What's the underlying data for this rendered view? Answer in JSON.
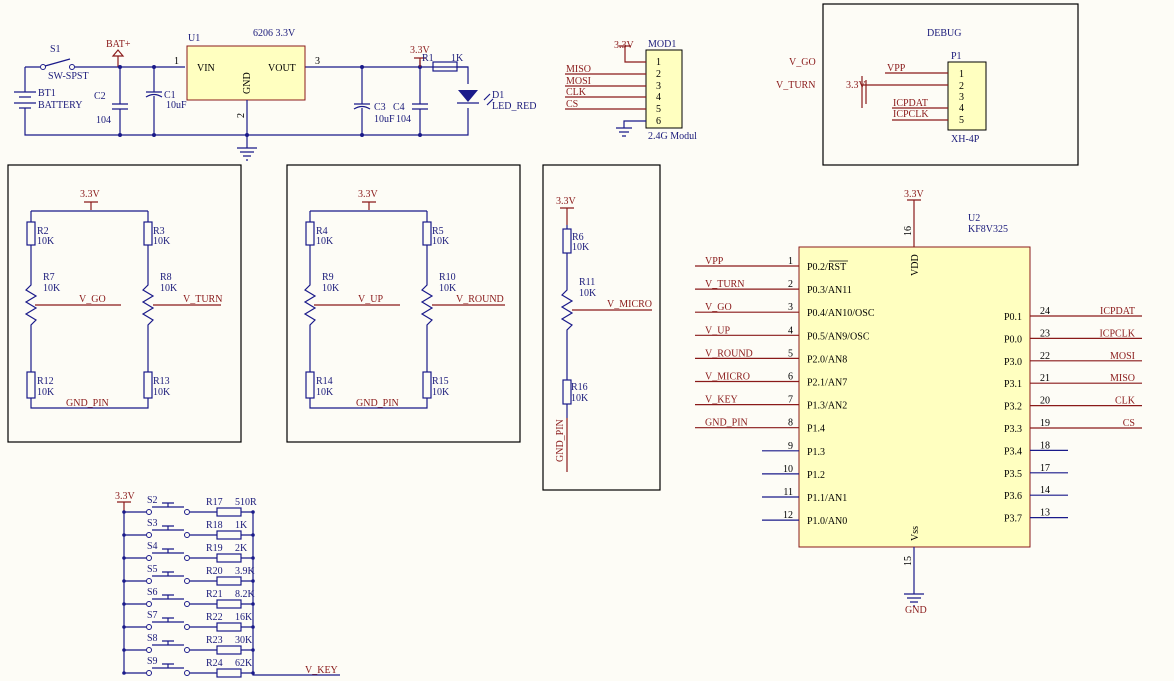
{
  "power": {
    "switch_ref": "S1",
    "switch_val": "SW-SPST",
    "battery_ref": "BT1",
    "battery_val": "BATTERY",
    "bat_net": "BAT+",
    "c2_ref": "C2",
    "c2_val": "104",
    "c1_ref": "C1",
    "c1_val": "10uF",
    "reg_ref": "U1",
    "reg_val": "6206 3.3V",
    "reg_vin": "VIN",
    "reg_vout": "VOUT",
    "reg_gnd": "GND",
    "reg_pin1": "1",
    "reg_pin2": "2",
    "reg_pin3": "3",
    "c3_ref": "C3",
    "c3_val": "10uF",
    "c4_ref": "C4",
    "c4_val": "104",
    "r1_ref": "R1",
    "r1_val": "1K",
    "d1_ref": "D1",
    "d1_val": "LED_RED",
    "v33": "3.3V"
  },
  "module": {
    "ref": "MOD1",
    "name": "2.4G Modul",
    "vcc": "3.3V",
    "pins": [
      "1",
      "2",
      "3",
      "4",
      "5",
      "6"
    ],
    "nets": [
      "MISO",
      "MOSI",
      "CLK",
      "CS"
    ]
  },
  "debug": {
    "title": "DEBUG",
    "ref": "P1",
    "type": "XH-4P",
    "vcc": "3.3V",
    "pins": [
      "1",
      "2",
      "3",
      "4",
      "5"
    ],
    "nets": [
      "VPP",
      "ICPDAT",
      "ICPCLK"
    ],
    "left_nets": [
      "V_GO",
      "V_TURN"
    ]
  },
  "pot1": {
    "vcc": "3.3V",
    "r2": "R2",
    "r3": "R3",
    "r7": "R7",
    "r8": "R8",
    "r12": "R12",
    "r13": "R13",
    "val": "10K",
    "net_a": "V_GO",
    "net_b": "V_TURN",
    "gnd": "GND_PIN"
  },
  "pot2": {
    "vcc": "3.3V",
    "r4": "R4",
    "r5": "R5",
    "r9": "R9",
    "r10": "R10",
    "r14": "R14",
    "r15": "R15",
    "val": "10K",
    "net_a": "V_UP",
    "net_b": "V_ROUND",
    "gnd": "GND_PIN"
  },
  "pot3": {
    "vcc": "3.3V",
    "r6": "R6",
    "r11": "R11",
    "r16": "R16",
    "val": "10K",
    "net": "V_MICRO",
    "gnd": "GND_PIN"
  },
  "keys": {
    "vcc": "3.3V",
    "switches": [
      "S2",
      "S3",
      "S4",
      "S5",
      "S6",
      "S7",
      "S8",
      "S9"
    ],
    "resistors": [
      "R17",
      "R18",
      "R19",
      "R20",
      "R21",
      "R22",
      "R23",
      "R24"
    ],
    "values": [
      "510R",
      "1K",
      "2K",
      "3.9K",
      "8.2K",
      "16K",
      "30K",
      "62K"
    ],
    "net": "V_KEY"
  },
  "mcu": {
    "ref": "U2",
    "part": "KF8V325",
    "vcc": "3.3V",
    "gnd": "GND",
    "vdd_pin": "16",
    "vdd": "VDD",
    "vss_pin": "15",
    "vss": "Vss",
    "left": [
      {
        "num": "1",
        "name": "P0.2/RST",
        "net": "VPP"
      },
      {
        "num": "2",
        "name": "P0.3/AN11",
        "net": "V_TURN"
      },
      {
        "num": "3",
        "name": "P0.4/AN10/OSC",
        "net": "V_GO"
      },
      {
        "num": "4",
        "name": "P0.5/AN9/OSC",
        "net": "V_UP"
      },
      {
        "num": "5",
        "name": "P2.0/AN8",
        "net": "V_ROUND"
      },
      {
        "num": "6",
        "name": "P2.1/AN7",
        "net": "V_MICRO"
      },
      {
        "num": "7",
        "name": "P1.3/AN2",
        "net": "V_KEY"
      },
      {
        "num": "8",
        "name": "P1.4",
        "net": "GND_PIN"
      },
      {
        "num": "9",
        "name": "P1.3",
        "net": ""
      },
      {
        "num": "10",
        "name": "P1.2",
        "net": ""
      },
      {
        "num": "11",
        "name": "P1.1/AN1",
        "net": ""
      },
      {
        "num": "12",
        "name": "P1.0/AN0",
        "net": ""
      }
    ],
    "right": [
      {
        "num": "24",
        "name": "P0.1",
        "net": "ICPDAT"
      },
      {
        "num": "23",
        "name": "P0.0",
        "net": "ICPCLK"
      },
      {
        "num": "22",
        "name": "P3.0",
        "net": "MOSI"
      },
      {
        "num": "21",
        "name": "P3.1",
        "net": "MISO"
      },
      {
        "num": "20",
        "name": "P3.2",
        "net": "CLK"
      },
      {
        "num": "19",
        "name": "P3.3",
        "net": "CS"
      },
      {
        "num": "18",
        "name": "P3.4",
        "net": ""
      },
      {
        "num": "17",
        "name": "P3.5",
        "net": ""
      },
      {
        "num": "14",
        "name": "P3.6",
        "net": ""
      },
      {
        "num": "13",
        "name": "P3.7",
        "net": ""
      }
    ]
  }
}
